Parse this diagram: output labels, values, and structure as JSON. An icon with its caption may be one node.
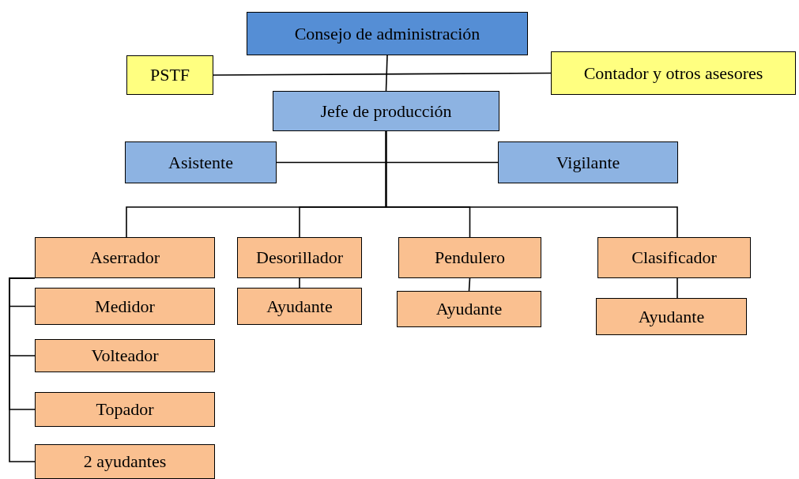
{
  "diagram": {
    "nodes": [
      {
        "text": [
          "Consejo de administración"
        ]
      },
      {
        "text": [
          "PSTF"
        ]
      },
      {
        "text": [
          "Contador y otros asesores"
        ]
      },
      {
        "text": [
          "Jefe de producción"
        ]
      },
      {
        "text": [
          "Asistente"
        ]
      },
      {
        "text": [
          "Vigilante"
        ]
      },
      {
        "text": [
          "Aserrador"
        ]
      },
      {
        "text": [
          "Desorillador"
        ]
      },
      {
        "text": [
          "Pendulero"
        ]
      },
      {
        "text": [
          "Clasificador"
        ]
      },
      {
        "text": [
          "Medidor"
        ]
      },
      {
        "text": [
          "Ayudante"
        ]
      },
      {
        "text": [
          "Ayudante"
        ]
      },
      {
        "text": [
          "Ayudante"
        ]
      },
      {
        "text": [
          "Volteador"
        ]
      },
      {
        "text": [
          "Topador"
        ]
      },
      {
        "text": [
          "2 ayudantes"
        ]
      }
    ],
    "edges": [
      {
        "from": 0,
        "to": 3,
        "arrow": "none"
      },
      {
        "from": 1,
        "to": 2,
        "arrow": "none"
      },
      {
        "from": 4,
        "to": 5,
        "arrow": "none"
      },
      {
        "from": 3,
        "to": 6,
        "arrow": "none"
      },
      {
        "from": 3,
        "to": 7,
        "arrow": "none"
      },
      {
        "from": 3,
        "to": 8,
        "arrow": "none"
      },
      {
        "from": 3,
        "to": 9,
        "arrow": "none"
      },
      {
        "from": 6,
        "to": 10,
        "arrow": "none"
      },
      {
        "from": 6,
        "to": 14,
        "arrow": "none"
      },
      {
        "from": 6,
        "to": 15,
        "arrow": "none"
      },
      {
        "from": 6,
        "to": 16,
        "arrow": "none"
      },
      {
        "from": 7,
        "to": 11,
        "arrow": "none"
      },
      {
        "from": 8,
        "to": 12,
        "arrow": "none"
      },
      {
        "from": 9,
        "to": 13,
        "arrow": "none"
      }
    ]
  }
}
